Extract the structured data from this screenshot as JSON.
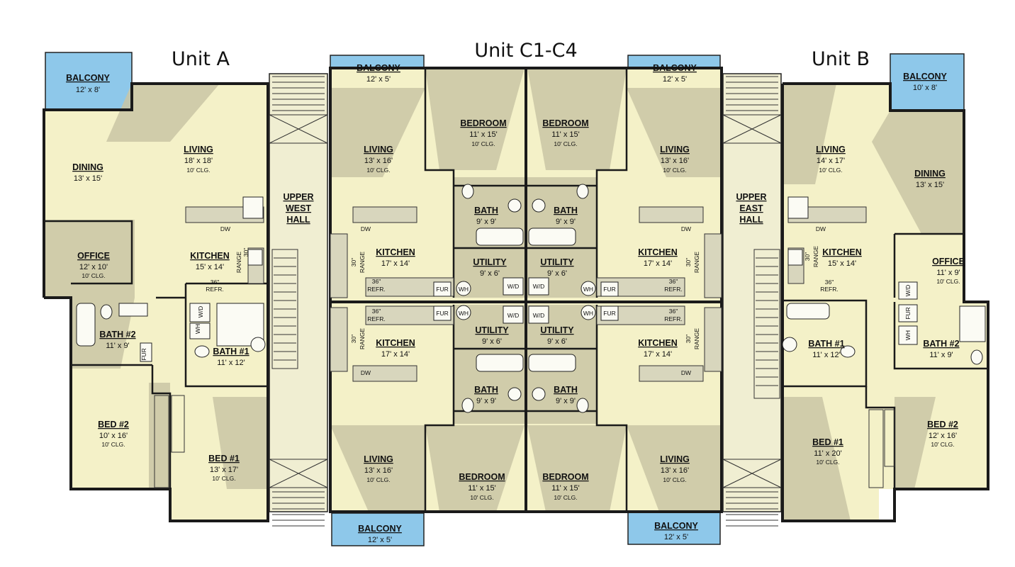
{
  "units": [
    {
      "id": "unit-a",
      "title": "Unit A"
    },
    {
      "id": "unit-c",
      "title": "Unit C1-C4"
    },
    {
      "id": "unit-b",
      "title": "Unit B"
    }
  ],
  "balconies": [
    {
      "id": "a",
      "label": "BALCONY",
      "dims": "12' x 8'"
    },
    {
      "id": "c-tl",
      "label": "BALCONY",
      "dims": "12' x 5'"
    },
    {
      "id": "c-tr",
      "label": "BALCONY",
      "dims": "12' x 5'"
    },
    {
      "id": "b",
      "label": "BALCONY",
      "dims": "10' x 8'"
    },
    {
      "id": "c-bl",
      "label": "BALCONY",
      "dims": "12' x 5'"
    },
    {
      "id": "c-br",
      "label": "BALCONY",
      "dims": "12' x 5'"
    }
  ],
  "halls": [
    {
      "id": "west",
      "label": [
        "UPPER",
        "WEST",
        "HALL"
      ]
    },
    {
      "id": "east",
      "label": [
        "UPPER",
        "EAST",
        "HALL"
      ]
    }
  ],
  "rooms": [
    {
      "id": "a-dining",
      "name": "DINING",
      "dims": "13' x 15'",
      "clg": ""
    },
    {
      "id": "a-living",
      "name": "LIVING",
      "dims": "18' x 18'",
      "clg": "10' CLG."
    },
    {
      "id": "a-office",
      "name": "OFFICE",
      "dims": "12' x 10'",
      "clg": "10' CLG."
    },
    {
      "id": "a-kitchen",
      "name": "KITCHEN",
      "dims": "15' x 14'",
      "clg": ""
    },
    {
      "id": "a-bath2",
      "name": "BATH #2",
      "dims": "11' x 9'",
      "clg": ""
    },
    {
      "id": "a-bath1",
      "name": "BATH #1",
      "dims": "11' x 12'",
      "clg": ""
    },
    {
      "id": "a-bed2",
      "name": "BED #2",
      "dims": "10' x 16'",
      "clg": "10' CLG."
    },
    {
      "id": "a-bed1",
      "name": "BED #1",
      "dims": "13' x 17'",
      "clg": "10' CLG."
    },
    {
      "id": "c1-living",
      "name": "LIVING",
      "dims": "13' x 16'",
      "clg": "10' CLG."
    },
    {
      "id": "c1-bedroom",
      "name": "BEDROOM",
      "dims": "11' x 15'",
      "clg": "10' CLG."
    },
    {
      "id": "c1-bath",
      "name": "BATH",
      "dims": "9' x 9'",
      "clg": ""
    },
    {
      "id": "c1-kitchen",
      "name": "KITCHEN",
      "dims": "17' x 14'",
      "clg": ""
    },
    {
      "id": "c1-utility",
      "name": "UTILITY",
      "dims": "9' x 6'",
      "clg": ""
    },
    {
      "id": "c2-bedroom",
      "name": "BEDROOM",
      "dims": "11' x 15'",
      "clg": "10' CLG."
    },
    {
      "id": "c2-living",
      "name": "LIVING",
      "dims": "13' x 16'",
      "clg": "10' CLG."
    },
    {
      "id": "c2-bath",
      "name": "BATH",
      "dims": "9' x 9'",
      "clg": ""
    },
    {
      "id": "c2-kitchen",
      "name": "KITCHEN",
      "dims": "17' x 14'",
      "clg": ""
    },
    {
      "id": "c2-utility",
      "name": "UTILITY",
      "dims": "9' x 6'",
      "clg": ""
    },
    {
      "id": "c3-kitchen",
      "name": "KITCHEN",
      "dims": "17' x 14'",
      "clg": ""
    },
    {
      "id": "c3-utility",
      "name": "UTILITY",
      "dims": "9' x 6'",
      "clg": ""
    },
    {
      "id": "c3-bath",
      "name": "BATH",
      "dims": "9' x 9'",
      "clg": ""
    },
    {
      "id": "c3-living",
      "name": "LIVING",
      "dims": "13' x 16'",
      "clg": "10' CLG."
    },
    {
      "id": "c3-bedroom",
      "name": "BEDROOM",
      "dims": "11' x 15'",
      "clg": "10' CLG."
    },
    {
      "id": "c4-utility",
      "name": "UTILITY",
      "dims": "9' x 6'",
      "clg": ""
    },
    {
      "id": "c4-kitchen",
      "name": "KITCHEN",
      "dims": "17' x 14'",
      "clg": ""
    },
    {
      "id": "c4-bath",
      "name": "BATH",
      "dims": "9' x 9'",
      "clg": ""
    },
    {
      "id": "c4-bedroom",
      "name": "BEDROOM",
      "dims": "11' x 15'",
      "clg": "10' CLG."
    },
    {
      "id": "c4-living",
      "name": "LIVING",
      "dims": "13' x 16'",
      "clg": "10' CLG."
    },
    {
      "id": "b-living",
      "name": "LIVING",
      "dims": "14' x 17'",
      "clg": "10' CLG."
    },
    {
      "id": "b-dining",
      "name": "DINING",
      "dims": "13' x 15'",
      "clg": ""
    },
    {
      "id": "b-kitchen",
      "name": "KITCHEN",
      "dims": "15' x 14'",
      "clg": ""
    },
    {
      "id": "b-office",
      "name": "OFFICE",
      "dims": "11' x 9'",
      "clg": "10' CLG."
    },
    {
      "id": "b-bath1",
      "name": "BATH #1",
      "dims": "11' x 12'",
      "clg": ""
    },
    {
      "id": "b-bath2",
      "name": "BATH #2",
      "dims": "11' x 9'",
      "clg": ""
    },
    {
      "id": "b-bed1",
      "name": "BED #1",
      "dims": "11' x 20'",
      "clg": "10' CLG."
    },
    {
      "id": "b-bed2",
      "name": "BED #2",
      "dims": "12' x 16'",
      "clg": "10' CLG."
    }
  ],
  "fixtures": {
    "dw": "DW",
    "range": "RANGE",
    "range_size": "30\"",
    "refr": "REFR.",
    "refr_size": "36\"",
    "fur": "FUR",
    "wh": "WH",
    "wd": "W/D"
  },
  "colors": {
    "room_fill": "#f4f1c8",
    "shadow": "#c9c6a4",
    "balcony": "#8ec8ea",
    "wall": "#1a1a1a"
  }
}
